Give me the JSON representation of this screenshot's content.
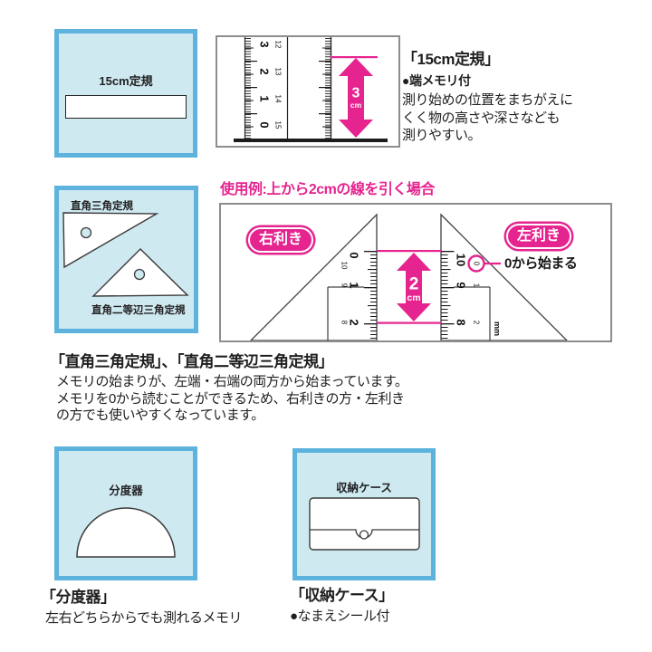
{
  "colors": {
    "accent_pink": "#e5248f",
    "box_border_blue": "#5db3de",
    "box_fill_blue": "#cfe9f1",
    "diagram_border_gray": "#8d8d8d",
    "ink": "#1f1f1f"
  },
  "box15": {
    "label": "15cm定規"
  },
  "diagram15": {
    "cm_labels": [
      "3",
      "2",
      "1",
      "0"
    ],
    "mm_labels": [
      "12",
      "13",
      "14",
      "15"
    ],
    "arrow_value": "3",
    "arrow_unit": "cm"
  },
  "section15": {
    "title": "「15cm定規」",
    "bullet": "●端メモリ付",
    "line1": "測り始めの位置をまちがえに",
    "line2": "くく物の高さや深さなども",
    "line3": "測りやすい。"
  },
  "box_triangles": {
    "label_top": "直角三角定規",
    "label_bottom": "直角二等辺三角定規"
  },
  "usage": {
    "header": "使用例:上から2cmの線を引く場合",
    "badge_right": "右利き",
    "badge_left": "左利き",
    "left_big": [
      "0",
      "1",
      "2"
    ],
    "left_small": [
      "10",
      "9",
      "8"
    ],
    "right_big": [
      "10",
      "9",
      "8"
    ],
    "right_small": [
      "0",
      "1",
      "2"
    ],
    "callout": "0から始まる",
    "unit": "mm",
    "arrow_value": "2",
    "arrow_unit": "cm"
  },
  "section_triangles": {
    "title": "「直角三角定規」、「直角二等辺三角定規」",
    "line1": "メモリの始まりが、左端・右端の両方から始まっています。",
    "line2": "メモリを0から読むことができるため、右利きの方・左利き",
    "line3": "の方でも使いやすくなっています。"
  },
  "box_protractor": {
    "label": "分度器"
  },
  "section_protractor": {
    "title": "「分度器」",
    "line": "左右どちらからでも測れるメモリ"
  },
  "box_case": {
    "label": "収納ケース"
  },
  "section_case": {
    "title": "「収納ケース」",
    "line": "●なまえシール付"
  }
}
